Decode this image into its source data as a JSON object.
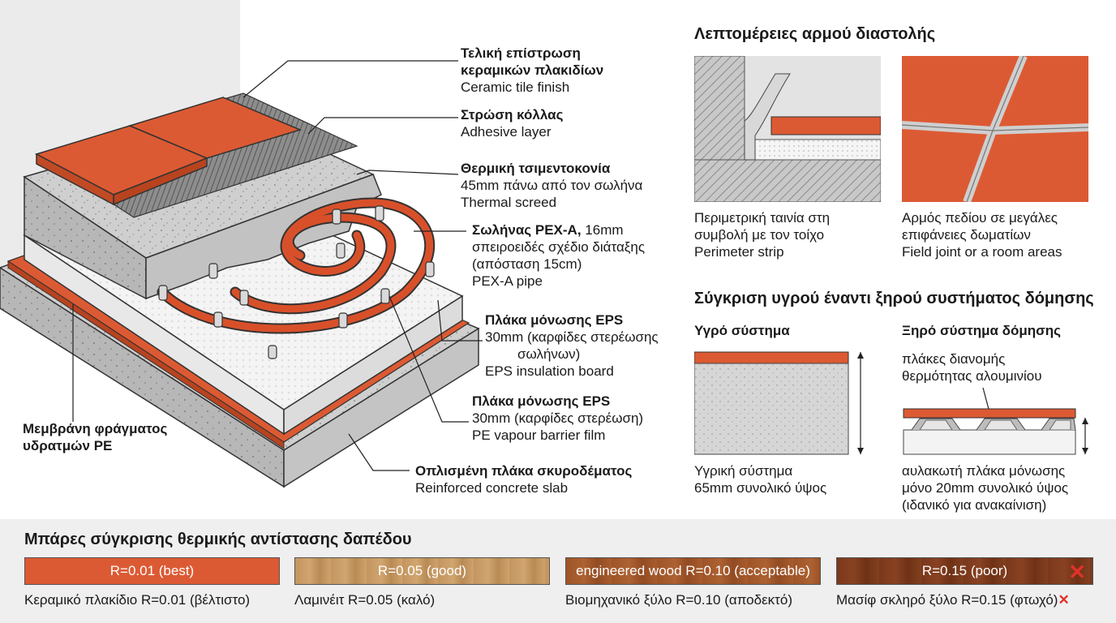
{
  "labels": {
    "tile": {
      "gr": "Τελική επίστρωση κεραμικών πλακιδίων",
      "gr1": "Τελική επίστρωση",
      "gr2": "κεραμικών πλακιδίων",
      "en": "Ceramic tile finish"
    },
    "adhesive": {
      "gr": "Στρώση κόλλας",
      "en": "Adhesive layer"
    },
    "screed": {
      "gr": "Θερμική τσιμεντοκονία",
      "detail": "45mm πάνω από τον σωλήνα",
      "en": "Thermal screed"
    },
    "pipe": {
      "gr": "Σωλήνας PEX-A,",
      "size": "16mm",
      "detail1": "σπειροειδές σχέδιο διάταξης",
      "detail2": "(απόσταση 15cm)",
      "en": "PEX-A pipe"
    },
    "eps1": {
      "gr": "Πλάκα μόνωσης EPS",
      "detail1": "30mm (καρφίδες στερέωσης",
      "detail2": "σωλήνων)",
      "en": "EPS insulation board"
    },
    "eps2": {
      "gr": "Πλάκα μόνωσης EPS",
      "detail": "30mm (καρφίδες στερέωση)",
      "en": "PE vapour barrier film"
    },
    "membrane": {
      "gr1": "Μεμβράνη φράγματος",
      "gr2": "υδρατμών PE"
    },
    "slab": {
      "gr": "Οπλισμένη πλάκα σκυροδέματος",
      "en": "Reinforced concrete slab"
    }
  },
  "expansion": {
    "title": "Λεπτομέρειες αρμού διαστολής",
    "perimeter": {
      "line1": "Περιμετρική ταινία στη",
      "line2": "συμβολή με τον τοίχο",
      "line3": "Perimeter strip"
    },
    "field": {
      "line1": "Αρμός πεδίου σε μεγάλες",
      "line2": "επιφάνειες δωματίων",
      "line3": "Field joint or a room areas"
    }
  },
  "comparison": {
    "title": "Σύγκριση υγρού έναντι ξηρού συστήματος δόμησης",
    "wet": {
      "title": "Υγρό σύστημα",
      "line1": "Υγρική σύστημα",
      "line2": "65mm συνολικό ύψος"
    },
    "dry": {
      "title": "Ξηρό σύστημα δόμησης",
      "plates1": "πλάκες διανομής",
      "plates2": "θερμότητας αλουμινίου",
      "line1": "αυλακωτή πλάκα μόνωσης",
      "line2": "μόνο 20mm συνολικό ύψος",
      "line3": "(ιδανικό για ανακαίνιση)"
    }
  },
  "resistance": {
    "title": "Μπάρες σύγκρισης θερμικής αντίστασης δαπέδου",
    "bars": [
      {
        "text": "R=0.01 (best)",
        "caption": "Κεραμικό πλακίδιο R=0.01 (βέλτιστο)",
        "color": "#dc5a33"
      },
      {
        "text": "R=0.05 (good)",
        "caption": "Λαμινέιτ R=0.05 (καλό)",
        "color": "#c79a62"
      },
      {
        "text": "engineered wood R=0.10 (acceptable)",
        "caption": "Βιομηχανικό ξύλο R=0.10 (αποδεκτό)",
        "color": "#a3582a"
      },
      {
        "text": "R=0.15 (poor)",
        "caption": "Μασίφ σκληρό ξύλο R=0.15 (φτωχό)",
        "color": "#7e3a1c"
      }
    ]
  },
  "colors": {
    "tile": "#dc5a33",
    "concrete": "#d2d2d2",
    "eps": "#f2f2f2",
    "pipe": "#d8502a",
    "bad": "#e0322a"
  }
}
